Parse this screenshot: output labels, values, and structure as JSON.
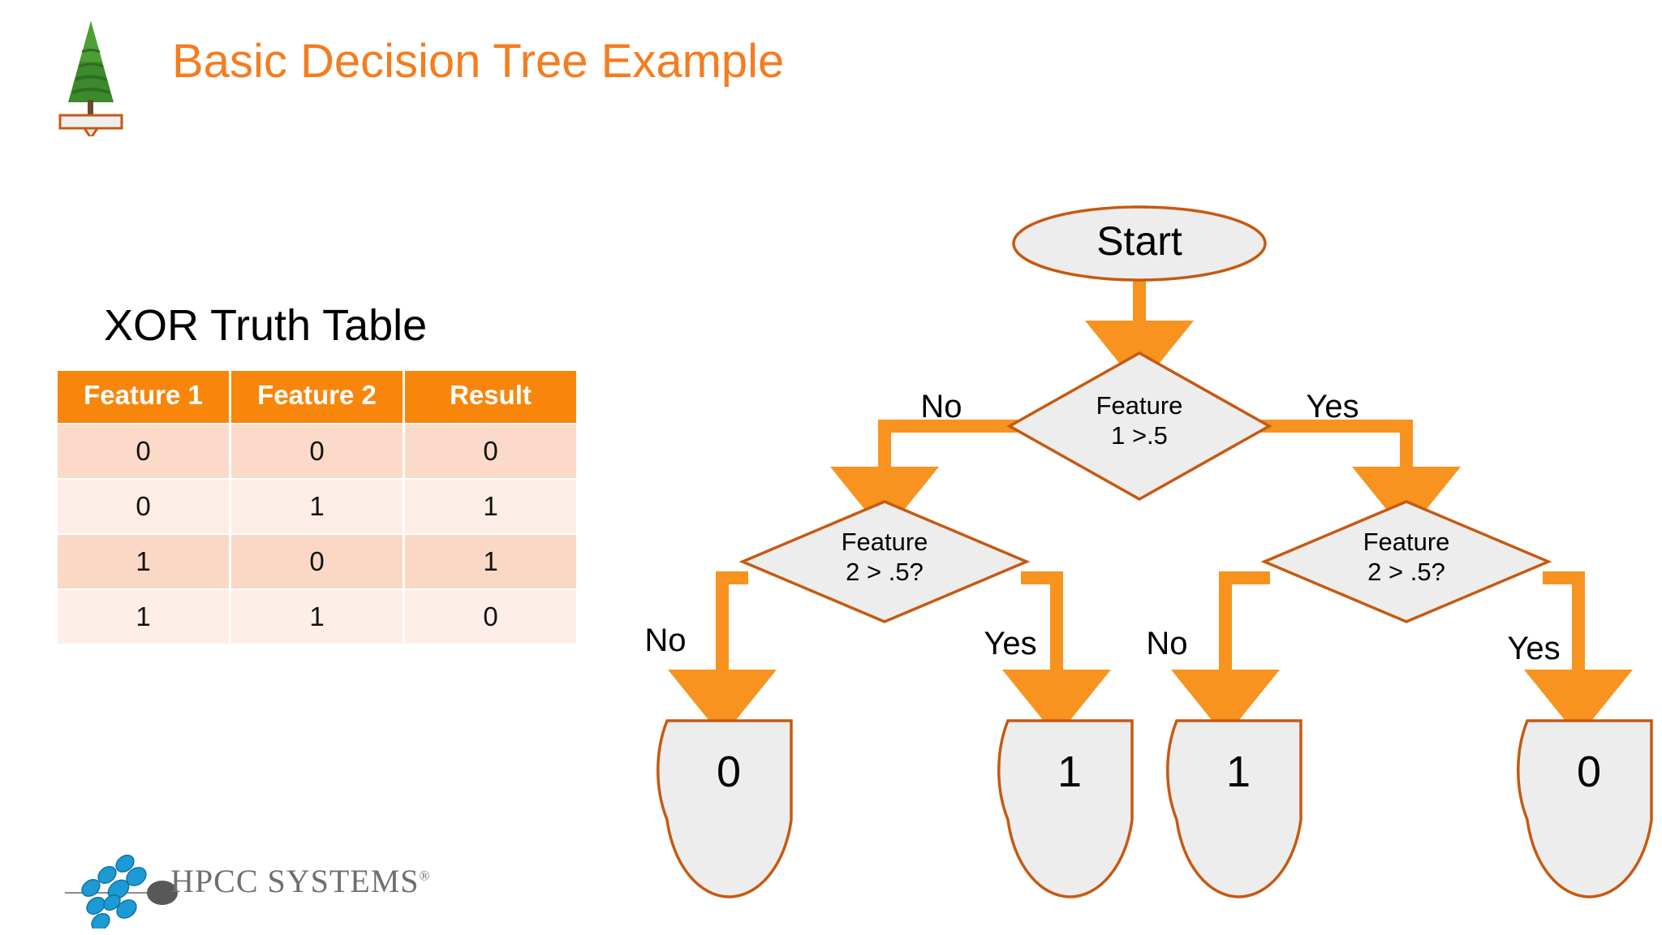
{
  "slide": {
    "title": "Basic Decision Tree Example",
    "title_color": "#F57C1F",
    "background": "#ffffff"
  },
  "logo": {
    "name": "decision-tree-logo",
    "tree_color": "#3F8A2E",
    "trunk_color": "#6B4A2B",
    "box_border_color": "#C65911",
    "box_fill_color": "#EFEFEF"
  },
  "truth_table": {
    "title": "XOR Truth Table",
    "header_bg": "#F7860B",
    "header_text_color": "#FFFFFF",
    "columns": [
      "Feature\n1",
      "Feature\n2",
      "Result"
    ],
    "rows": [
      [
        "0",
        "0",
        "0"
      ],
      [
        "0",
        "1",
        "1"
      ],
      [
        "1",
        "0",
        "1"
      ],
      [
        "1",
        "1",
        "0"
      ]
    ],
    "row_colors": [
      "#FBDAC9",
      "#FDEDE7",
      "#FBD8C5",
      "#FDEEE8"
    ]
  },
  "flowchart": {
    "node_fill": "#EDEDED",
    "node_stroke": "#C55A11",
    "connector_color": "#F7931E",
    "start": {
      "label": "Start"
    },
    "root": {
      "label": "Feature\n1 >.5"
    },
    "left_decision": {
      "label": "Feature\n2 > .5?"
    },
    "right_decision": {
      "label": "Feature\n2 > .5?"
    },
    "edge_labels": {
      "root_no": "No",
      "root_yes": "Yes",
      "left_no": "No",
      "left_yes": "Yes",
      "right_no": "No",
      "right_yes": "Yes"
    },
    "leaves": [
      {
        "label": "0"
      },
      {
        "label": "1"
      },
      {
        "label": "1"
      },
      {
        "label": "0"
      }
    ]
  },
  "footer": {
    "brand": "HPCC SYSTEMS",
    "registered_mark": "®",
    "brand_color": "#6F6F70",
    "dots_color": "#1C9AD6"
  }
}
